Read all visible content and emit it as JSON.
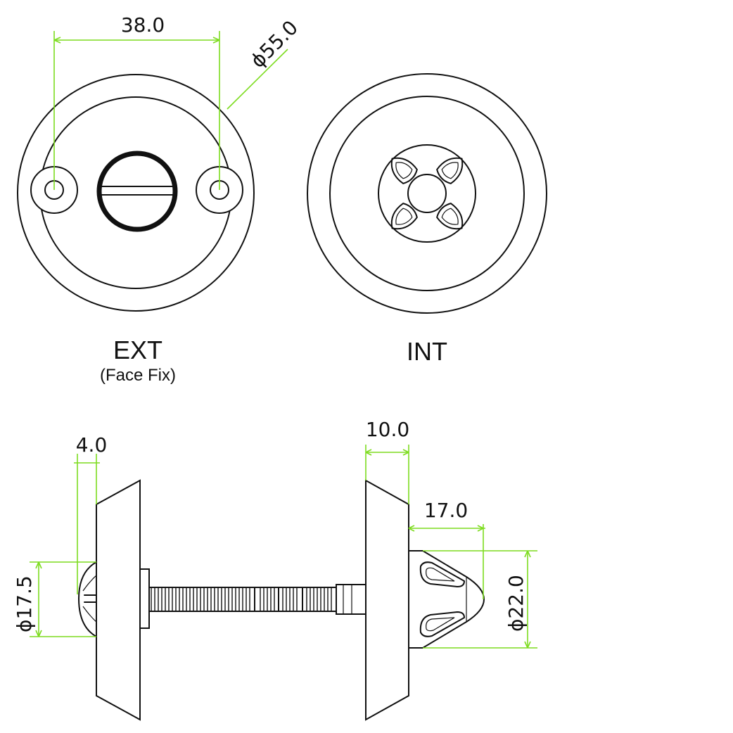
{
  "views": {
    "ext": {
      "label": "EXT",
      "sublabel": "(Face Fix)"
    },
    "int": {
      "label": "INT"
    }
  },
  "dimensions": {
    "screw_centres": "38.0",
    "rose_diameter": "ϕ55.0",
    "flange_thickness": "4.0",
    "head_diameter": "ϕ17.5",
    "int_rose_depth": "10.0",
    "knob_length": "17.0",
    "knob_diameter": "ϕ22.0"
  },
  "colors": {
    "line": "#111111",
    "dimension": "#7ddc1f",
    "background": "#ffffff"
  }
}
